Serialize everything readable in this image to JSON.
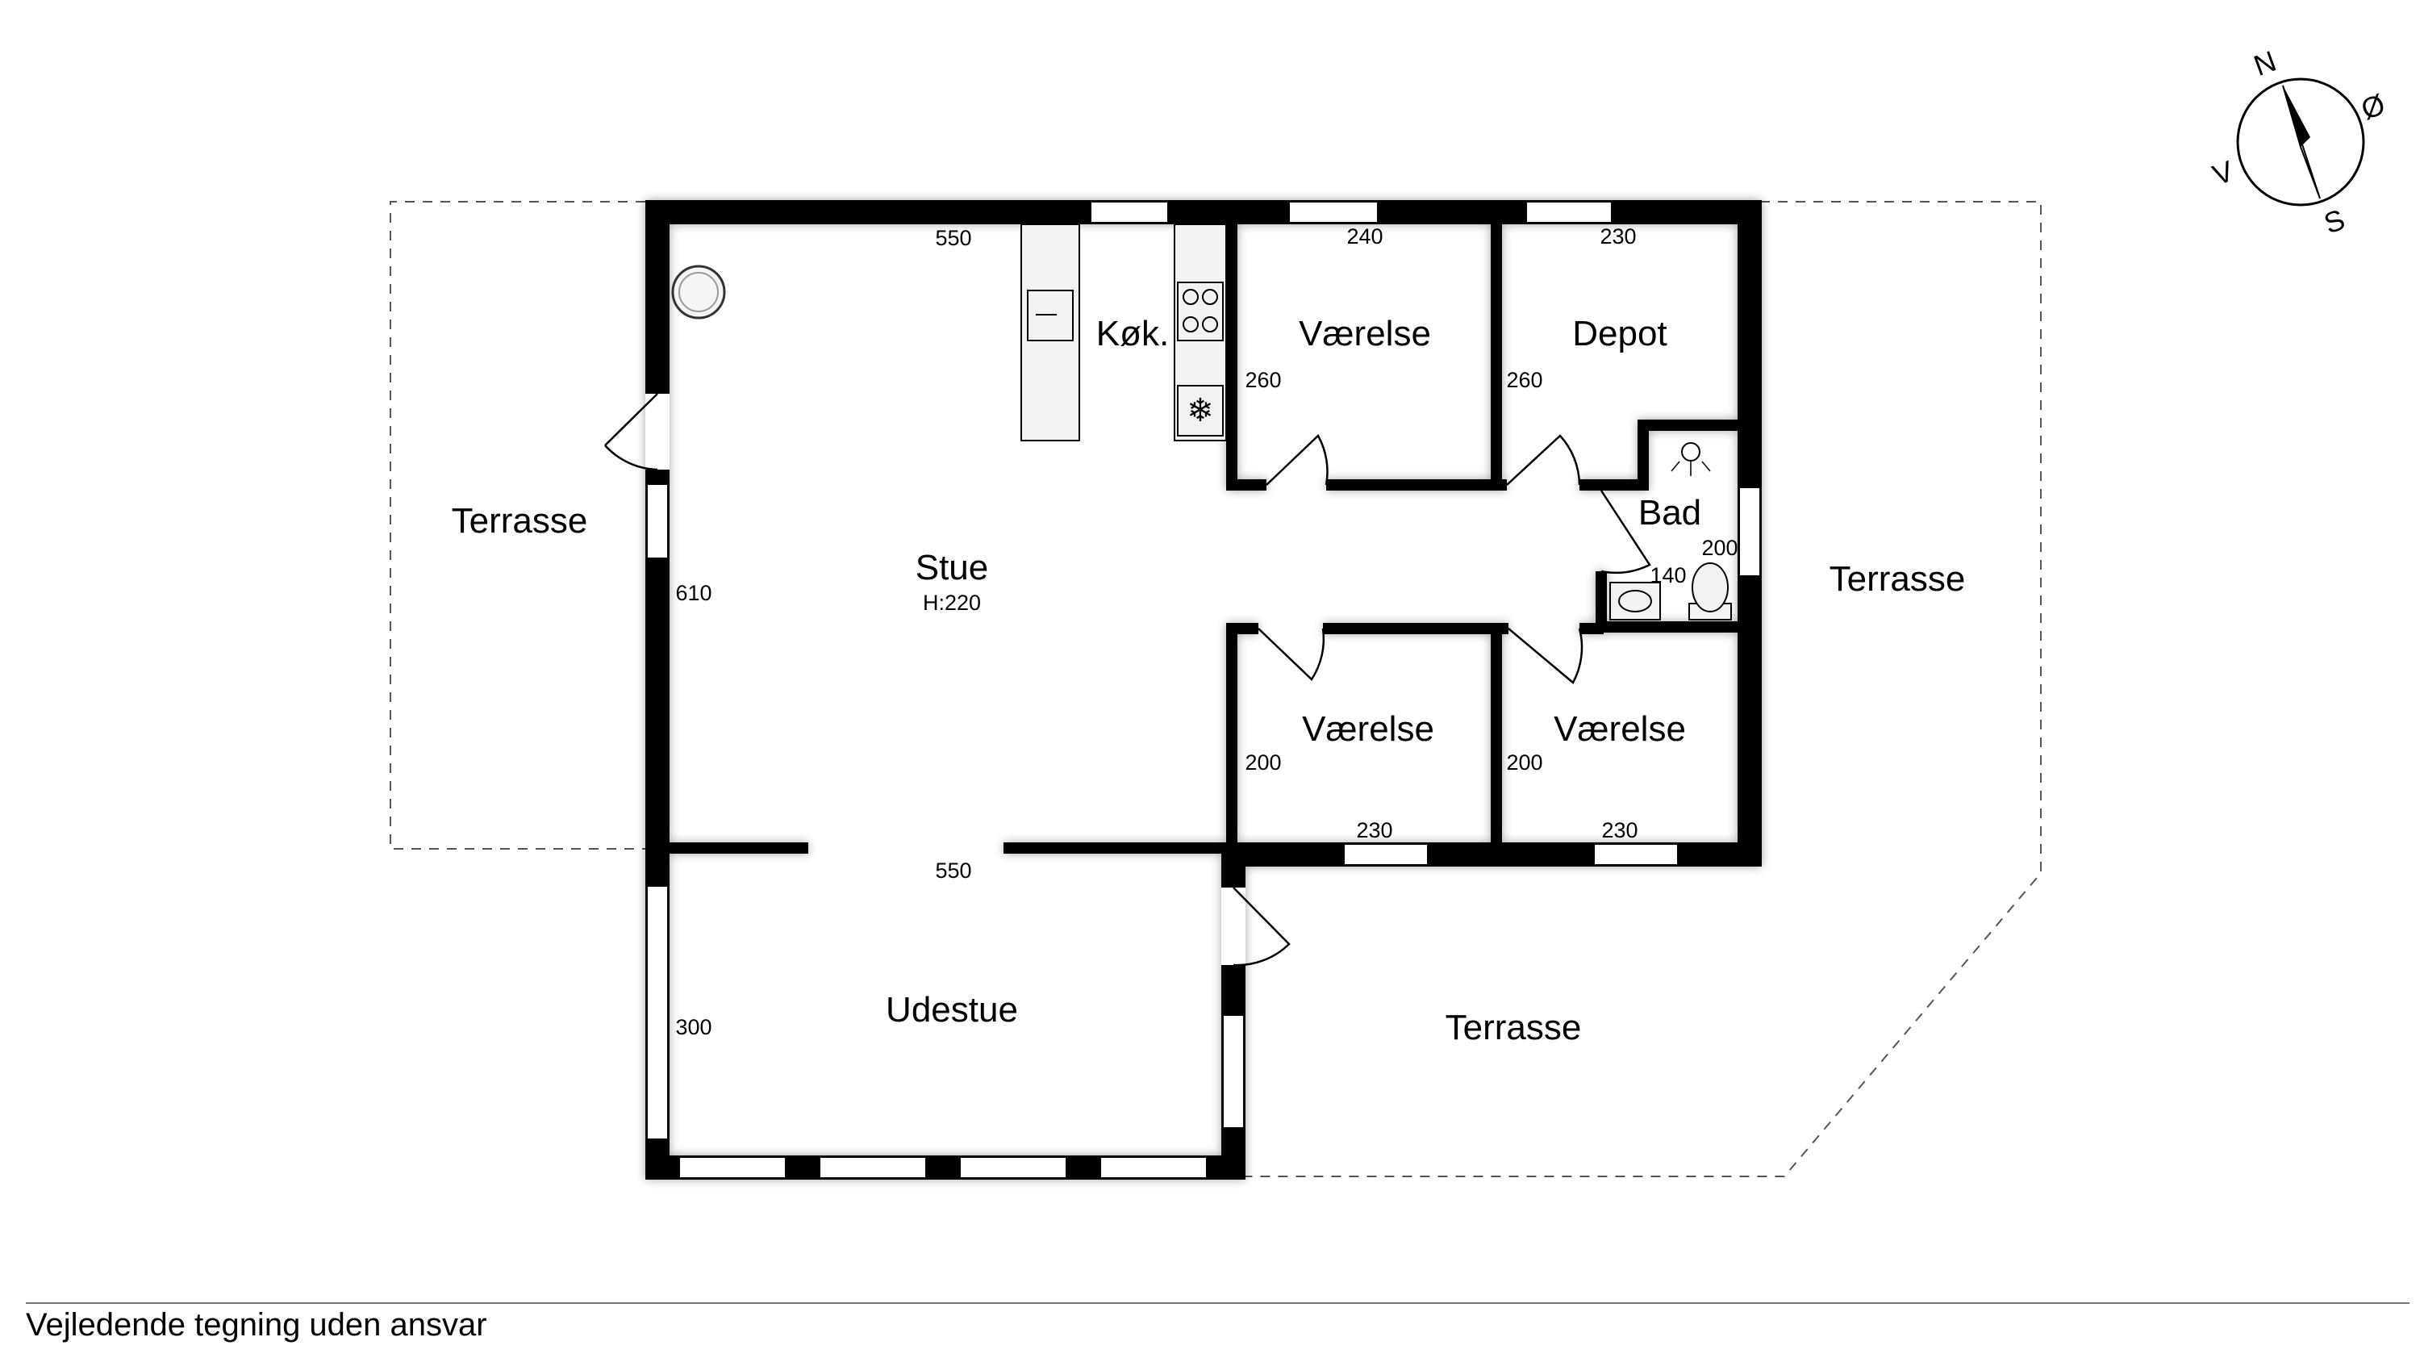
{
  "rooms": {
    "kitchen": "Køk.",
    "bedroom_top": "Værelse",
    "storage": "Depot",
    "bath": "Bad",
    "living": "Stue",
    "living_height": "H:220",
    "bedroom_bottom_left": "Værelse",
    "bedroom_bottom_right": "Værelse",
    "sunroom": "Udestue",
    "terrace_left": "Terrasse",
    "terrace_right": "Terrasse",
    "terrace_bottom": "Terrasse"
  },
  "dimensions": {
    "living_top": "550",
    "living_side": "610",
    "bedroom_top_width": "240",
    "bedroom_top_depth": "260",
    "storage_width": "230",
    "storage_depth": "260",
    "bath_width": "140",
    "bath_depth": "200",
    "bedroom_bl_depth": "200",
    "bedroom_bl_width": "230",
    "bedroom_br_depth": "200",
    "bedroom_br_width": "230",
    "sunroom_width": "550",
    "sunroom_depth": "300"
  },
  "compass": {
    "north": "N",
    "east": "Ø",
    "south": "S",
    "west": "V"
  },
  "footer": {
    "disclaimer": "Vejledende tegning uden ansvar"
  }
}
